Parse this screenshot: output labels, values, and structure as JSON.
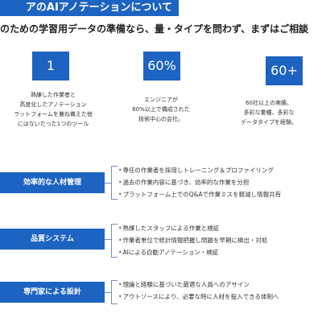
{
  "header": {
    "title": "アのAIアノテーションについて",
    "subtitle": "のための学習用データの準備なら、量・タイプを問わず、まずはご相談"
  },
  "stats": [
    {
      "value": "1",
      "lines": [
        "熟練した作業者と",
        "高度化したアノテーション",
        "ラットフォームを兼ね備えた他",
        "にはないたった1つのツール"
      ]
    },
    {
      "value": "60%",
      "lines": [
        "エンジニアが",
        "60%以上で構成された",
        "技術中心の会社。"
      ]
    },
    {
      "value": "60+",
      "lines": [
        "60社以上の実績。",
        "多彩な業種、多彩な",
        "データタイプを経験。"
      ]
    }
  ],
  "categories": [
    {
      "label": "効率的な人材管理",
      "bullet_mark": "•",
      "bullets": [
        "専任の作業者を採用しトレーニング＆プロファイリング",
        "過去の作業内容に基づき、効率的な作業を分担",
        "プラットフォーム上でのQ&Aで作業ミスを軽減し情報共有"
      ]
    },
    {
      "label": "品質システム",
      "bullet_mark": "•",
      "bullets": [
        "熟練したスタッフによる作業と検証",
        "作業者単位で統計情報把握し問題を早期に検出・対処",
        "AIによる自動アノテーション・検証"
      ]
    },
    {
      "label": "専門家による設計",
      "bullet_mark": "•",
      "bullets": [
        "理論と経験に基づいた最適な人員へのアサイン",
        "アウトソースにより、必要な時に人材を投入できる体制へ"
      ]
    }
  ],
  "colors": {
    "accent": "#1d63c2",
    "bracket": "#6f8fb8"
  }
}
